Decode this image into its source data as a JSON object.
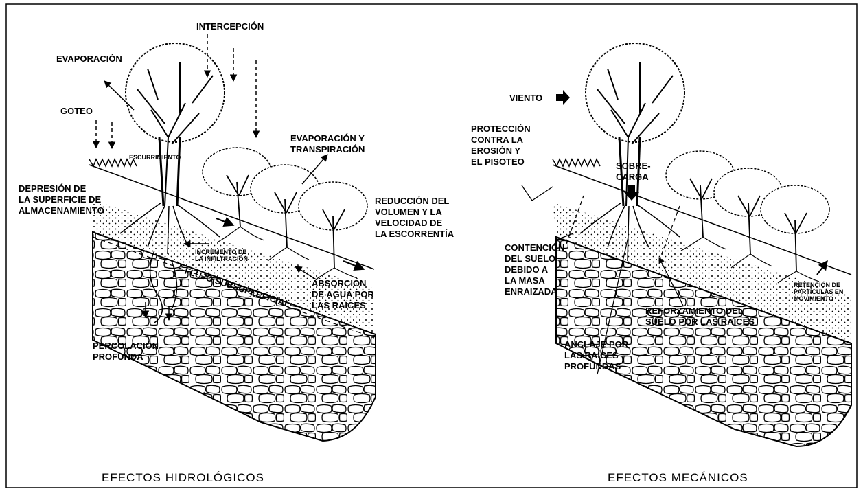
{
  "left": {
    "caption": "EFECTOS HIDROLÓGICOS",
    "labels": {
      "intercepcion": "INTERCEPCIÓN",
      "evaporacion": "EVAPORACIÓN",
      "goteo": "GOTEO",
      "escurrimiento": "ESCURRIMIENTO",
      "evap_transp": [
        "EVAPORACIÓN Y",
        "TRANSPIRACIÓN"
      ],
      "depresion": [
        "DEPRESIÓN DE",
        "LA SUPERFICIE DE",
        "ALMACENAMIENTO"
      ],
      "reduccion": [
        "REDUCCIÓN DEL",
        "VOLUMEN Y LA",
        "VELOCIDAD DE",
        "LA ESCORRENTÍA"
      ],
      "incremento": [
        "INCREMENTO DE",
        "LA INFILTRACIÓN"
      ],
      "flujo": "FLUJO SUBSUPERFICIAL",
      "absorcion": [
        "ABSORCIÓN",
        "DE AGUA POR",
        "LAS RAÍCES"
      ],
      "percolacion": [
        "PERCOLACIÓN",
        "PROFUNDA"
      ]
    }
  },
  "right": {
    "caption": "EFECTOS MECÁNICOS",
    "labels": {
      "viento": "VIENTO",
      "proteccion": [
        "PROTECCIÓN",
        "CONTRA LA",
        "EROSIÓN Y",
        "EL PISOTEO"
      ],
      "sobrecarga": [
        "SOBRE-",
        "CARGA"
      ],
      "contencion": [
        "CONTENCIÓN",
        "DEL SUELO",
        "DEBIDO A",
        "LA MASA",
        "ENRAIZADA"
      ],
      "reforzamiento": [
        "REFORZAMIENTO DEL",
        "SUELO POR LAS RAÍCES"
      ],
      "anclaje": [
        "ANCLAJE POR",
        "LAS RAÍCES",
        "PROFUNDAS"
      ],
      "retencion": [
        "RETENCIÓN DE",
        "PARTÍCULAS EN",
        "MOVIMIENTO"
      ]
    }
  }
}
